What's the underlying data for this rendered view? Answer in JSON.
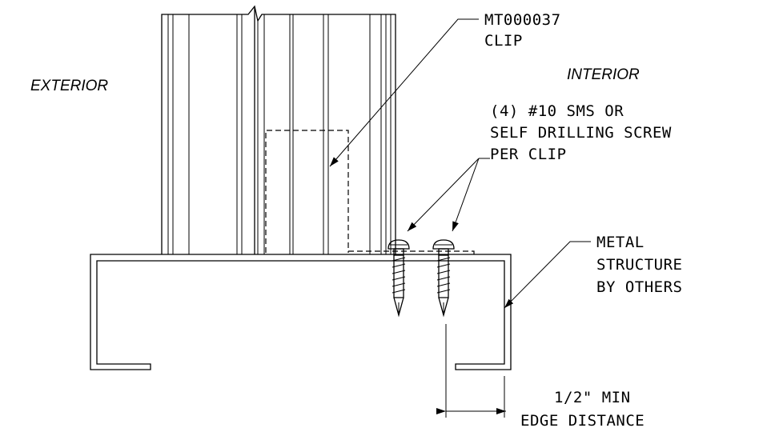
{
  "labels": {
    "exterior": "EXTERIOR",
    "interior": "INTERIOR",
    "clip_part": "MT000037",
    "clip_word": "CLIP",
    "screw_line1": "(4) #10 SMS OR",
    "screw_line2": "SELF DRILLING SCREW",
    "screw_line3": "PER CLIP",
    "metal_line1": "METAL",
    "metal_line2": "STRUCTURE",
    "metal_line3": "BY OTHERS",
    "dim_line1": "1/2\" MIN",
    "dim_line2": "EDGE DISTANCE"
  },
  "colors": {
    "ink": "#000000",
    "paper": "#ffffff"
  },
  "icons": {
    "screw": "screw-icon",
    "arrowhead": "arrowhead-icon"
  }
}
